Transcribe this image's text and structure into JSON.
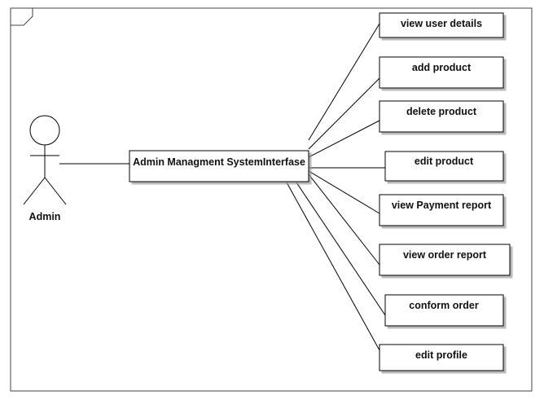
{
  "diagram": {
    "actor": {
      "label": "Admin"
    },
    "system": {
      "label": "Admin Managment SystemInterfase"
    },
    "use_cases": [
      {
        "label": "view user details"
      },
      {
        "label": "add product"
      },
      {
        "label": "delete product"
      },
      {
        "label": "edit product"
      },
      {
        "label": "view Payment report"
      },
      {
        "label": "view order report"
      },
      {
        "label": "conform order"
      },
      {
        "label": "edit profile"
      }
    ]
  }
}
